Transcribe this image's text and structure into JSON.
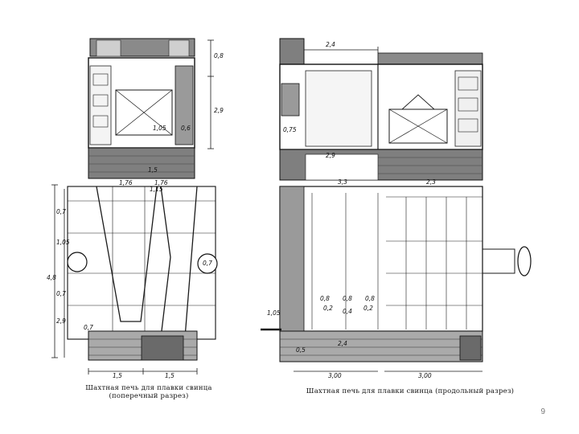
{
  "slide": {
    "page_number": "9"
  },
  "left_drawing": {
    "caption_line1": "Шахтная печь для плавки свинца",
    "caption_line2": "(поперечный разрез)",
    "dims": {
      "d1": "0,8",
      "d2": "2,9",
      "d3": "1,05",
      "d4": "0,6",
      "d5": "1,5",
      "d6": "1,76",
      "d7": "1,76",
      "d8": "1,15",
      "d9": "0,7",
      "d10": "1,05",
      "d11": "4,8",
      "d12": "0,7",
      "d13": "0,7",
      "d14": "2,9",
      "d15": "0,7",
      "d16": "1,5",
      "d17": "1,5"
    }
  },
  "right_drawing": {
    "caption": "Шахтная печь для плавки свинца (продольный разрез)",
    "dims": {
      "top": "2,4",
      "side": "0,75",
      "mid1": "2,9",
      "mid2": "3,3",
      "mid3": "2,3",
      "b1": "0,8",
      "b2": "0,8",
      "b3": "0,8",
      "b4": "0,2",
      "b5": "0,4",
      "b6": "0,2",
      "left_a": "1,05",
      "left_b": "0,5",
      "bottom_in": "2,4",
      "bottom_l": "3,00",
      "bottom_r": "3,00"
    }
  }
}
